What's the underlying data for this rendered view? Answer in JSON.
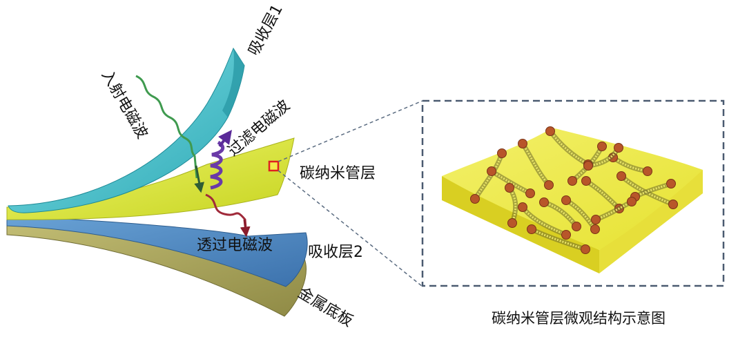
{
  "labels": {
    "absorber1": "吸收层1",
    "incident": "入射电磁波",
    "filtered": "过滤电磁波",
    "cnt_layer": "碳纳米管层",
    "transmitted": "透过电磁波",
    "absorber2": "吸收层2",
    "substrate": "金属底板"
  },
  "caption": "碳纳米管层微观结构示意图",
  "colors": {
    "absorber1": "#4cc6cf",
    "cnt_layer": "#d7e23a",
    "absorber2": "#4f89c2",
    "substrate": "#a7a25a",
    "incident_wave": "#3f9a4f",
    "filtered_wave": "#6a3aa8",
    "transmitted_wave": "#a02a3a",
    "highlight_box": "#e02020",
    "dashed": "#5a6b80",
    "tube_node": "#b8562a"
  }
}
